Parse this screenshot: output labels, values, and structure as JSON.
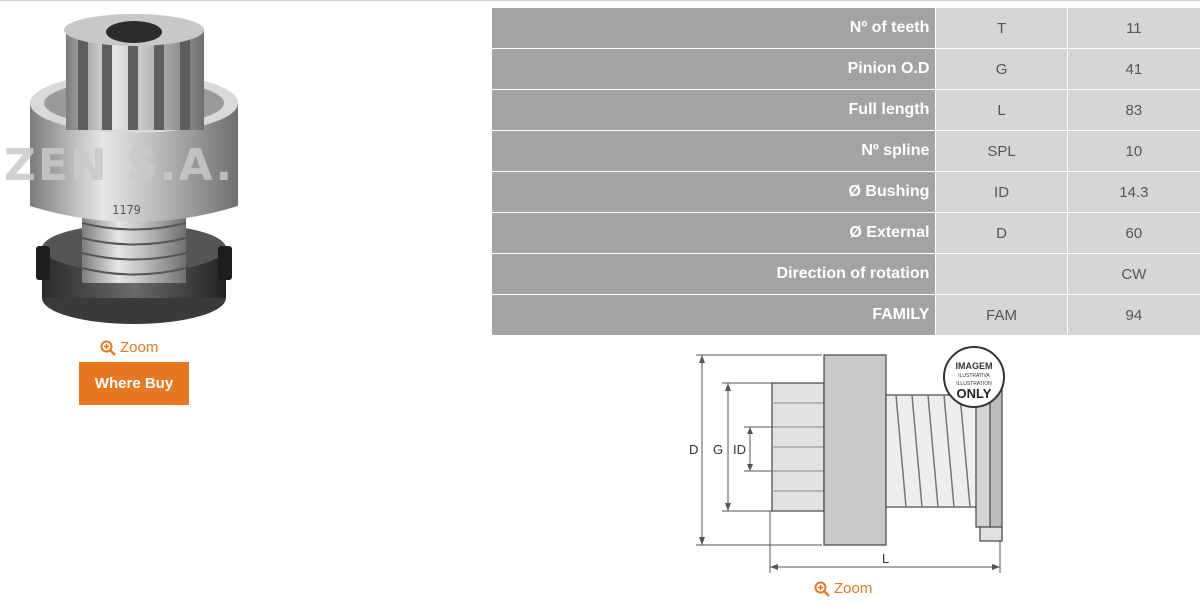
{
  "brand_watermark": "ZEN S.A.",
  "product_code": "1179",
  "zoom_label": "Zoom",
  "where_buy_label": "Where Buy",
  "specs": [
    {
      "label": "Nº of teeth",
      "code": "T",
      "value": "11"
    },
    {
      "label": "Pinion O.D",
      "code": "G",
      "value": "41"
    },
    {
      "label": "Full length",
      "code": "L",
      "value": "83"
    },
    {
      "label": "Nº spline",
      "code": "SPL",
      "value": "10"
    },
    {
      "label": "Ø Bushing",
      "code": "ID",
      "value": "14.3"
    },
    {
      "label": "Ø External",
      "code": "D",
      "value": "60"
    },
    {
      "label": "Direction of rotation",
      "code": "",
      "value": "CW"
    },
    {
      "label": "FAMILY",
      "code": "FAM",
      "value": "94"
    }
  ],
  "diagram": {
    "dim_d": "D",
    "dim_g": "G",
    "dim_id": "ID",
    "dim_l": "L",
    "stamp_line1": "IMAGEM",
    "stamp_line2": "ILUSTRATIVA",
    "stamp_line3": "ILLUSTRATION",
    "stamp_line4": "ONLY"
  },
  "colors": {
    "accent": "#e87722",
    "table_label_bg": "#a3a3a3",
    "table_cell_bg": "#d6d6d6"
  }
}
